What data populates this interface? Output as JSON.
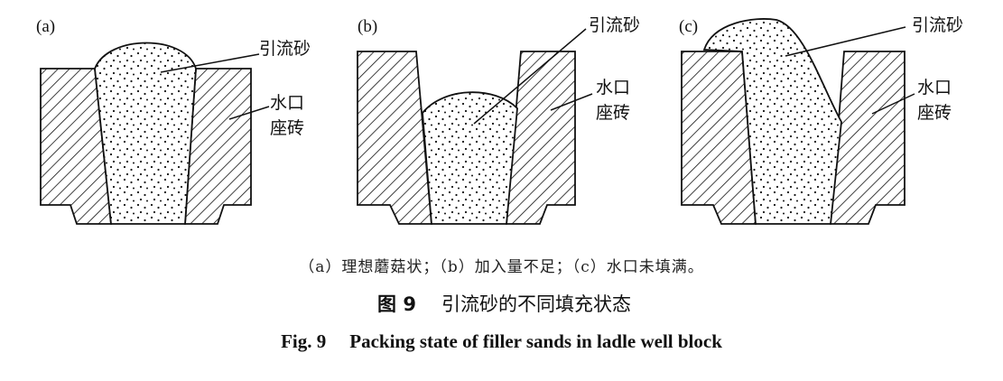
{
  "panels": [
    {
      "id": "a",
      "label": "(a)",
      "sand_label": "引流砂",
      "block_label_line1": "水口",
      "block_label_line2": "座砖"
    },
    {
      "id": "b",
      "label": "(b)",
      "sand_label": "引流砂",
      "block_label_line1": "水口",
      "block_label_line2": "座砖"
    },
    {
      "id": "c",
      "label": "(c)",
      "sand_label": "引流砂",
      "block_label_line1": "水口",
      "block_label_line2": "座砖"
    }
  ],
  "subcaption": "（a）理想蘑菇状；（b）加入量不足；（c）水口未填满。",
  "caption_cn": {
    "label": "图 9",
    "text": "引流砂的不同填充状态"
  },
  "caption_en": {
    "label": "Fig. 9",
    "text": "Packing state of filler sands in ladle well block"
  }
}
